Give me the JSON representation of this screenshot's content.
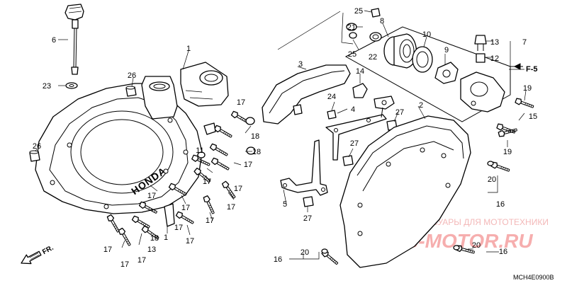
{
  "diagram": {
    "callouts": [
      {
        "id": "c6",
        "text": "6"
      },
      {
        "id": "c23",
        "text": "23"
      },
      {
        "id": "c1a",
        "text": "1"
      },
      {
        "id": "c26a",
        "text": "26"
      },
      {
        "id": "c26b",
        "text": "26"
      },
      {
        "id": "c3",
        "text": "3"
      },
      {
        "id": "c14",
        "text": "14"
      },
      {
        "id": "c25a",
        "text": "25"
      },
      {
        "id": "c21",
        "text": "21"
      },
      {
        "id": "c25b",
        "text": "25"
      },
      {
        "id": "c22",
        "text": "22"
      },
      {
        "id": "c8",
        "text": "8"
      },
      {
        "id": "c10",
        "text": "10"
      },
      {
        "id": "c9",
        "text": "9"
      },
      {
        "id": "c13",
        "text": "13"
      },
      {
        "id": "c12",
        "text": "12"
      },
      {
        "id": "c7",
        "text": "7"
      },
      {
        "id": "c19a",
        "text": "19"
      },
      {
        "id": "c15",
        "text": "15"
      },
      {
        "id": "c19b",
        "text": "19"
      },
      {
        "id": "c20a",
        "text": "20"
      },
      {
        "id": "c16a",
        "text": "16"
      },
      {
        "id": "c2",
        "text": "2"
      },
      {
        "id": "c4",
        "text": "4"
      },
      {
        "id": "c24",
        "text": "24"
      },
      {
        "id": "c27a",
        "text": "27"
      },
      {
        "id": "c27b",
        "text": "27"
      },
      {
        "id": "c27c",
        "text": "27"
      },
      {
        "id": "c5",
        "text": "5"
      },
      {
        "id": "c18a",
        "text": "18"
      },
      {
        "id": "c18b",
        "text": "18"
      },
      {
        "id": "c17a",
        "text": "17"
      },
      {
        "id": "c17b",
        "text": "17"
      },
      {
        "id": "c17c",
        "text": "17"
      },
      {
        "id": "c17d",
        "text": "17"
      },
      {
        "id": "c17e",
        "text": "17"
      },
      {
        "id": "c17f",
        "text": "17"
      },
      {
        "id": "c17g",
        "text": "17"
      },
      {
        "id": "c17h",
        "text": "17"
      },
      {
        "id": "c17i",
        "text": "17"
      },
      {
        "id": "c17j",
        "text": "17"
      },
      {
        "id": "c17k",
        "text": "17"
      },
      {
        "id": "c17l",
        "text": "17"
      },
      {
        "id": "c17m",
        "text": "17"
      },
      {
        "id": "c11",
        "text": "11"
      },
      {
        "id": "c1b",
        "text": "1"
      },
      {
        "id": "c13b",
        "text": "13"
      },
      {
        "id": "c18c",
        "text": "18"
      },
      {
        "id": "c16b",
        "text": "16"
      },
      {
        "id": "c20b",
        "text": "20"
      },
      {
        "id": "c20c",
        "text": "20"
      },
      {
        "id": "c16c",
        "text": "16"
      }
    ],
    "cover_brand": "HONDA",
    "frame_ref": "F-5",
    "front_arrow": "FR.",
    "diagram_code": "MCH4E0900B"
  },
  "watermark": {
    "tagline": "ЗАПЧАСТИ И АКСЕССУАРЫ ДЛЯ МОТОТЕХНИКИ",
    "logo": "PARTS-MOTOR.RU"
  }
}
